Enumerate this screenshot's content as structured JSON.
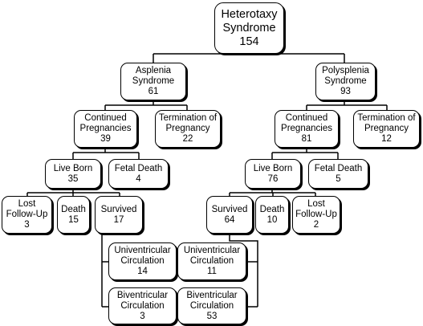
{
  "nodes": {
    "root": {
      "label": "Heterotaxy\nSyndrome",
      "count": "154"
    },
    "asplenia": {
      "label": "Asplenia\nSyndrome",
      "count": "61"
    },
    "polysplenia": {
      "label": "Polysplenia\nSyndrome",
      "count": "93"
    },
    "a_continued": {
      "label": "Continued\nPregnancies",
      "count": "39"
    },
    "a_termination": {
      "label": "Termination of\nPregnancy",
      "count": "22"
    },
    "p_continued": {
      "label": "Continued\nPregnancies",
      "count": "81"
    },
    "p_termination": {
      "label": "Termination of\nPregnancy",
      "count": "12"
    },
    "a_liveborn": {
      "label": "Live Born",
      "count": "35"
    },
    "a_fetaldeath": {
      "label": "Fetal Death",
      "count": "4"
    },
    "p_liveborn": {
      "label": "Live Born",
      "count": "76"
    },
    "p_fetaldeath": {
      "label": "Fetal Death",
      "count": "5"
    },
    "a_lost": {
      "label": "Lost\nFollow-Up",
      "count": "3"
    },
    "a_death": {
      "label": "Death",
      "count": "15"
    },
    "a_survived": {
      "label": "Survived",
      "count": "17"
    },
    "p_survived": {
      "label": "Survived",
      "count": "64"
    },
    "p_death": {
      "label": "Death",
      "count": "10"
    },
    "p_lost": {
      "label": "Lost\nFollow-Up",
      "count": "2"
    },
    "a_univ": {
      "label": "Univentricular\nCirculation",
      "count": "14"
    },
    "a_biv": {
      "label": "Biventricular\nCirculation",
      "count": "3"
    },
    "p_univ": {
      "label": "Univentricular\nCirculation",
      "count": "11"
    },
    "p_biv": {
      "label": "Biventricular\nCirculation",
      "count": "53"
    }
  }
}
